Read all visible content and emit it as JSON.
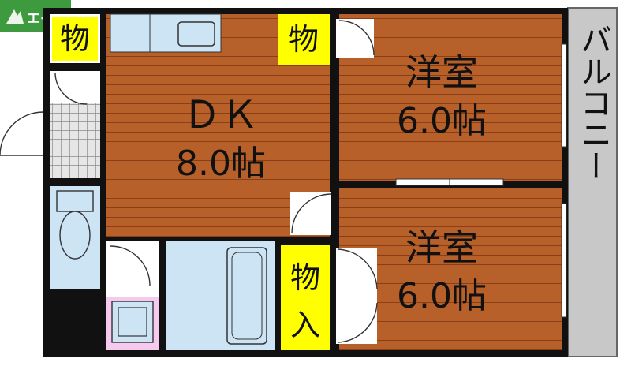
{
  "logo": {
    "text": "エイブル"
  },
  "rooms": {
    "dk": {
      "name": "ＤＫ",
      "size": "8.0帖"
    },
    "western1": {
      "name": "洋室",
      "size": "6.0帖"
    },
    "western2": {
      "name": "洋室",
      "size": "6.0帖"
    }
  },
  "storage": {
    "s1": "物",
    "s2": "物",
    "closet_top": "物",
    "closet_bottom": "入"
  },
  "balcony": {
    "label": "バルコニー"
  },
  "colors": {
    "wall": "#111111",
    "wood_floor": "#b8602a",
    "wood_line": "#8a3f15",
    "storage_label_bg": "#ffff00",
    "balcony": "#c8c8c8",
    "tile": "#9a9a9a",
    "bathroom": "#cde4f5",
    "washroom": "#f6c9ef",
    "logo_bg": "#3e9a3e"
  }
}
